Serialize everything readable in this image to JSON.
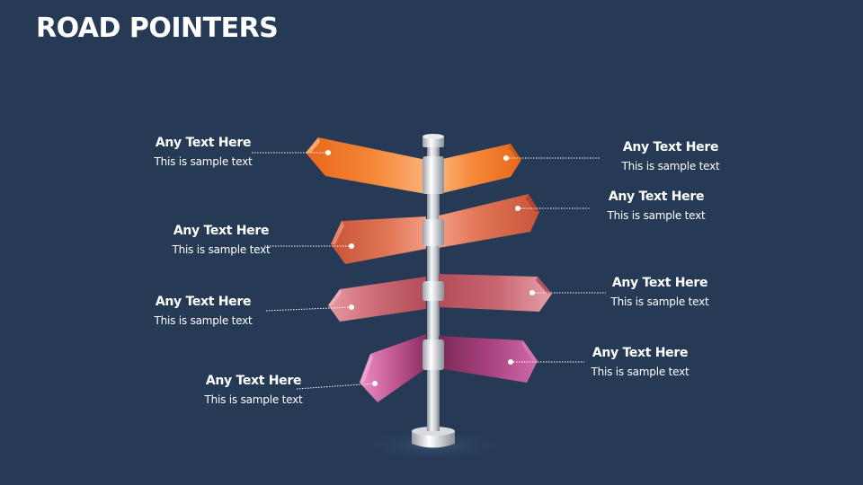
{
  "title": "ROAD POINTERS",
  "colors": {
    "background": "#263a55",
    "orange": "#f07a28",
    "coral": "#e0765a",
    "rose": "#c86470",
    "magenta": "#c0508a"
  },
  "pointers": [
    {
      "side": "left",
      "heading": "Any Text Here",
      "text": "This is sample text"
    },
    {
      "side": "right",
      "heading": "Any Text Here",
      "text": "This is sample text"
    },
    {
      "side": "right",
      "heading": "Any Text Here",
      "text": "This is sample text"
    },
    {
      "side": "left",
      "heading": "Any Text Here",
      "text": "This is sample text"
    },
    {
      "side": "left",
      "heading": "Any Text Here",
      "text": "This is sample text"
    },
    {
      "side": "right",
      "heading": "Any Text Here",
      "text": "This is sample text"
    },
    {
      "side": "right",
      "heading": "Any Text Here",
      "text": "This is sample text"
    },
    {
      "side": "left",
      "heading": "Any Text Here",
      "text": "This is sample text"
    }
  ]
}
